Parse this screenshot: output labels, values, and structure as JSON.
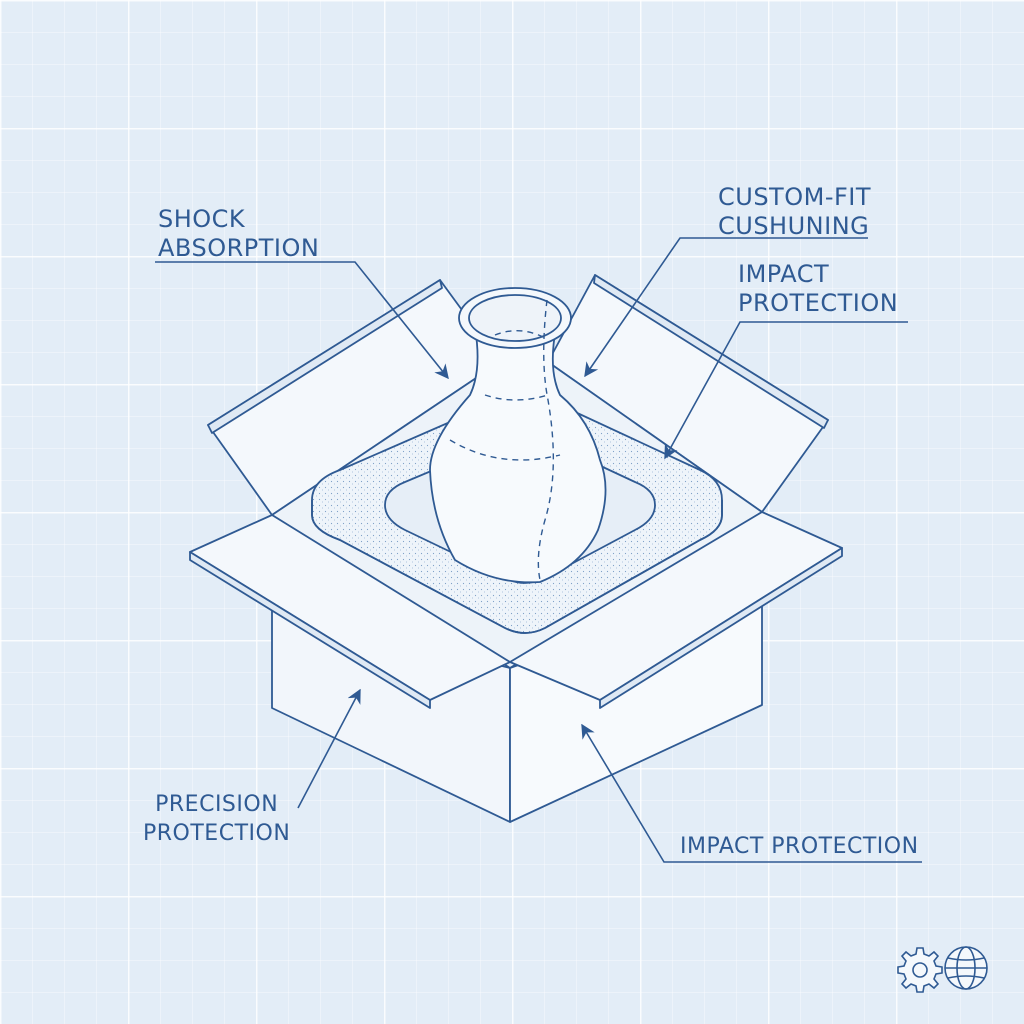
{
  "labels": {
    "shock_absorption": "SHOCK\nABSORPTION",
    "custom_fit": "CUSTOM-FIT\nCUSHUNING",
    "impact_top": "IMPACT\nPROTECTION",
    "precision": "PRECISION\nPROTECTION",
    "impact_bottom": "IMPACT PROTECTION"
  },
  "icons": [
    "gear-icon",
    "globe-icon"
  ],
  "colors": {
    "background": "#e3edf7",
    "ink": "#2f5a93",
    "fill": "#f4f8fc"
  }
}
